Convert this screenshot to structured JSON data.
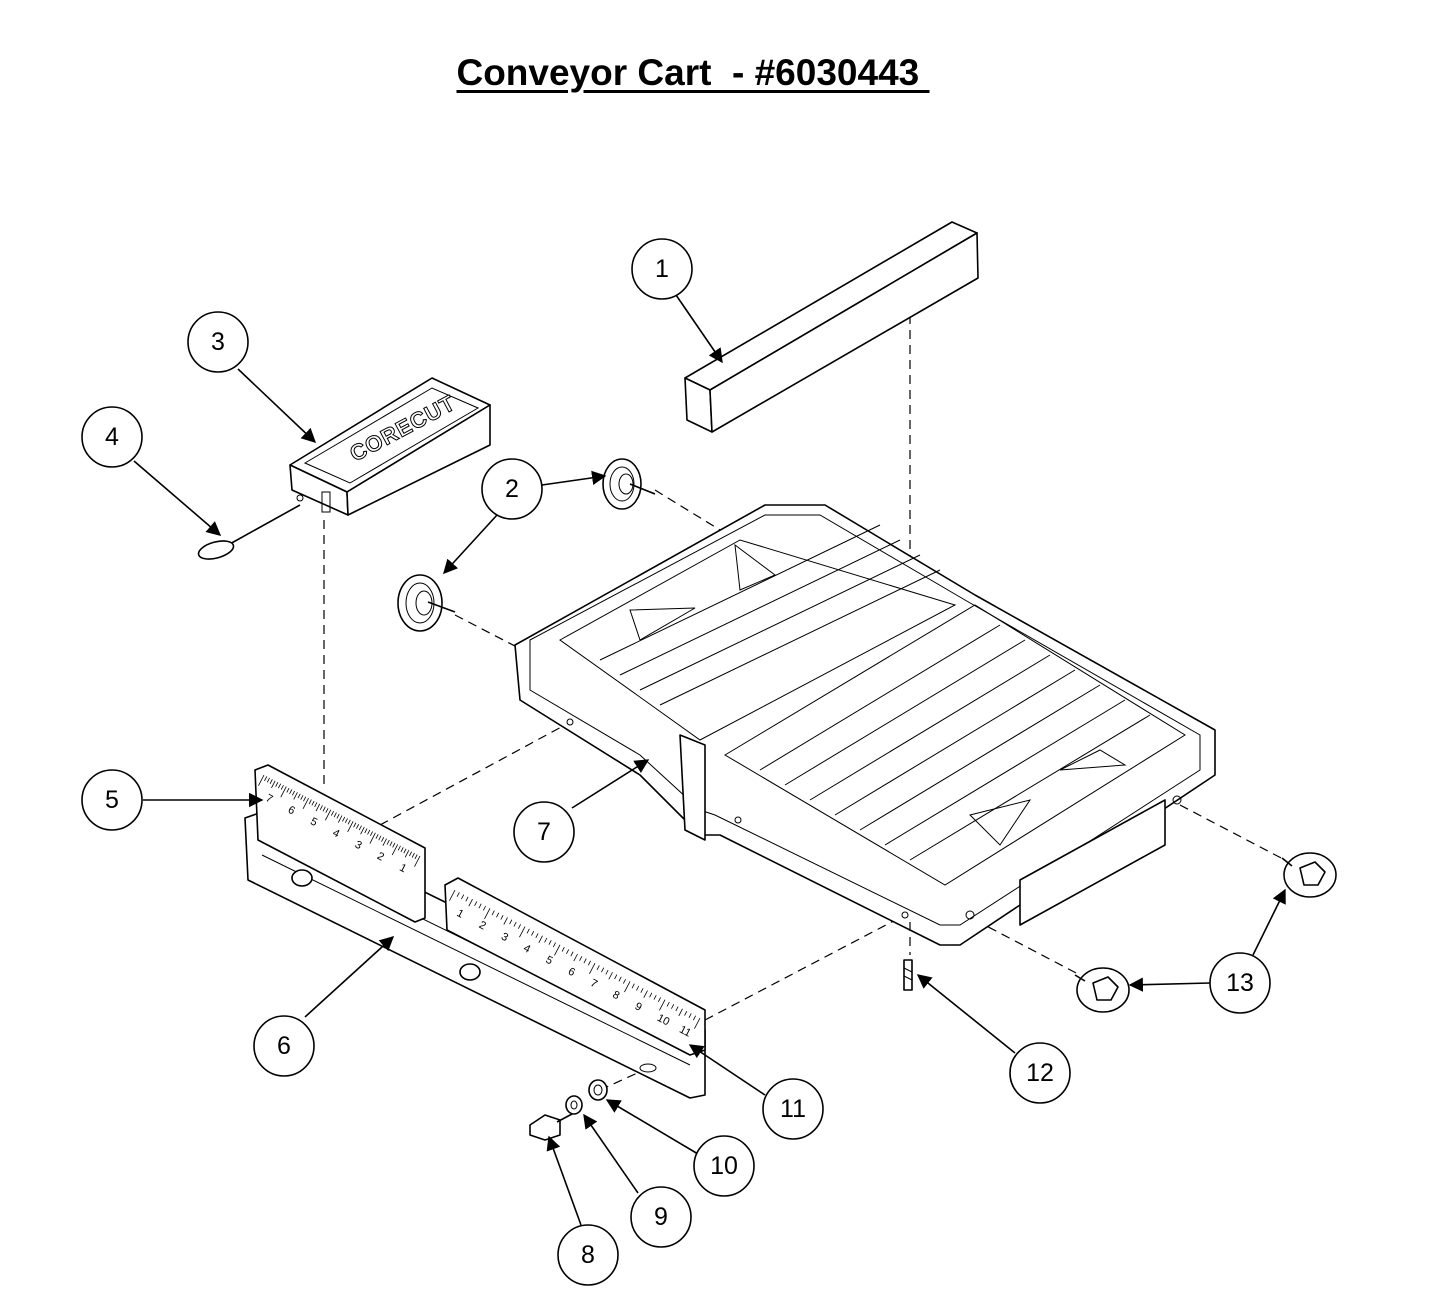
{
  "title": "Conveyor Cart  - #6030443 ",
  "brand_logo_text": "CORECUT",
  "callouts": [
    {
      "label": "1"
    },
    {
      "label": "2"
    },
    {
      "label": "3"
    },
    {
      "label": "4"
    },
    {
      "label": "5"
    },
    {
      "label": "6"
    },
    {
      "label": "7"
    },
    {
      "label": "8"
    },
    {
      "label": "9"
    },
    {
      "label": "10"
    },
    {
      "label": "11"
    },
    {
      "label": "12"
    },
    {
      "label": "13"
    }
  ],
  "scale_left_numbers": [
    "7",
    "6",
    "5",
    "4",
    "3",
    "2",
    "1"
  ],
  "scale_right_numbers": [
    "1",
    "2",
    "3",
    "4",
    "5",
    "6",
    "7",
    "8",
    "9",
    "10",
    "11"
  ]
}
